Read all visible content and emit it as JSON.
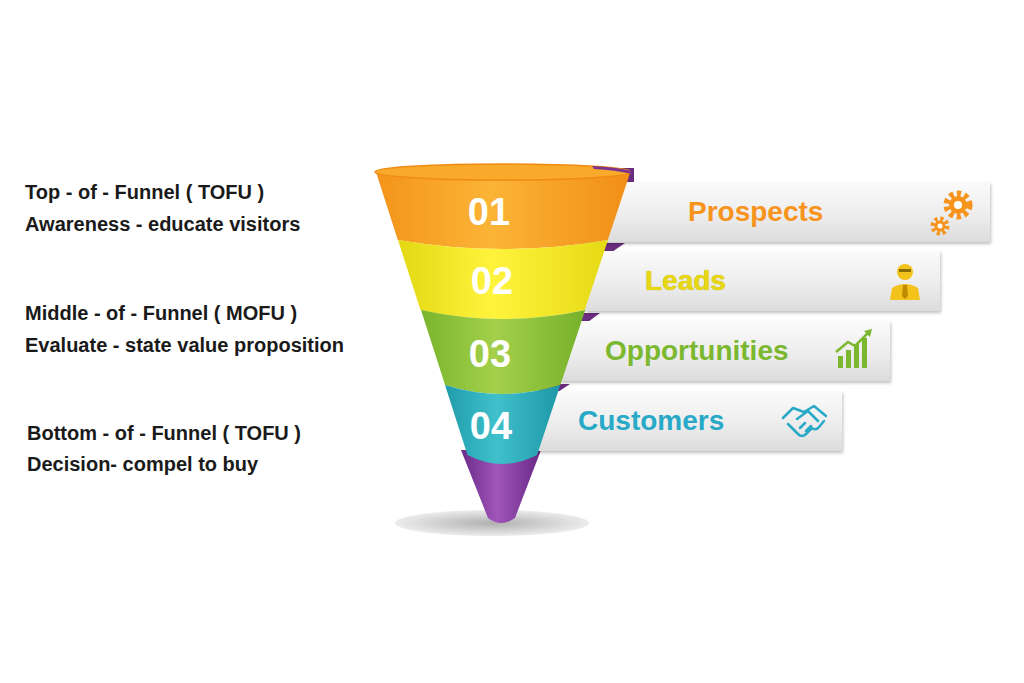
{
  "diagram": {
    "nodes": [
      {
        "text": [
          "01"
        ]
      },
      {
        "text": [
          "Prospects"
        ]
      },
      {
        "text": [
          "02"
        ]
      },
      {
        "text": [
          "Leads"
        ]
      },
      {
        "text": [
          "03"
        ]
      },
      {
        "text": [
          "Opportunities"
        ]
      },
      {
        "text": [
          "04"
        ]
      },
      {
        "text": [
          "Customers"
        ]
      }
    ],
    "labels": [
      "Top - of - Funnel ( TOFU )",
      "Awareness - educate visitors",
      "Middle - of - Funnel ( MOFU )",
      "Evaluate - state value proposition",
      "Bottom - of - Funnel ( TOFU )",
      "Decision- compel to buy"
    ]
  }
}
